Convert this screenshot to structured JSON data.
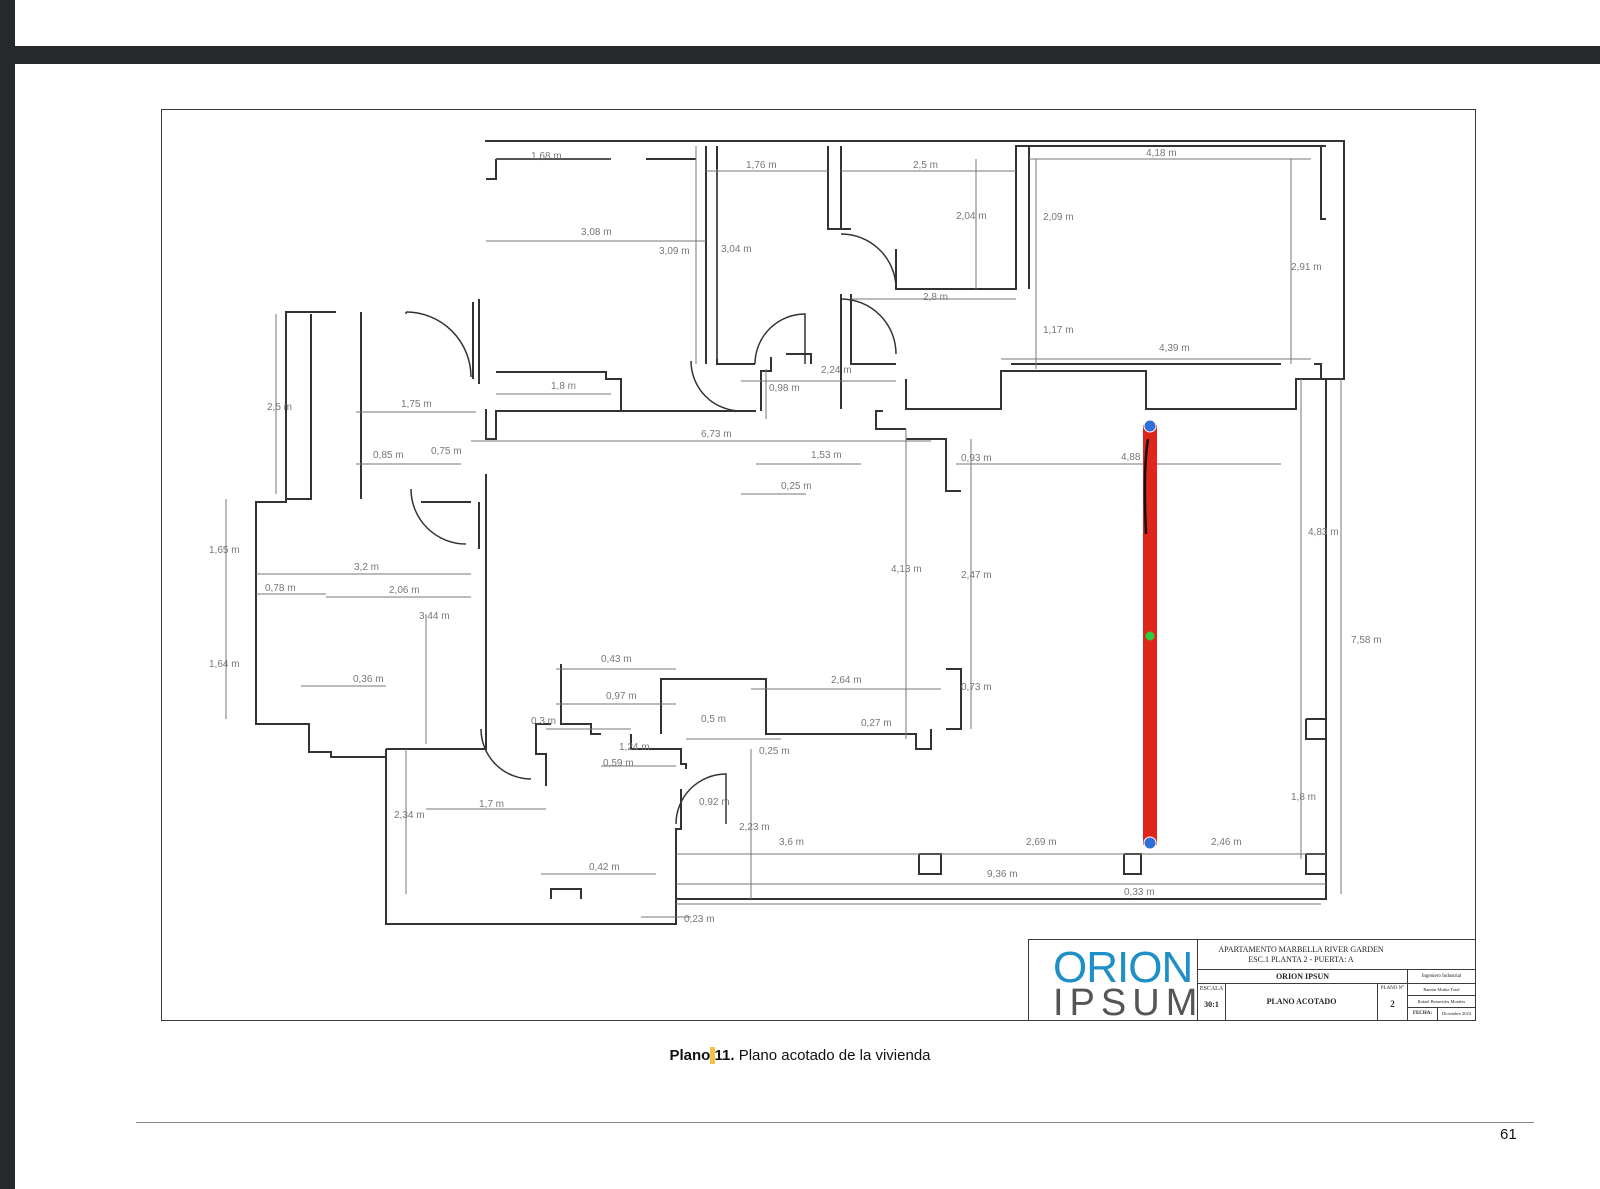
{
  "caption": {
    "label_bold_a": "Plano",
    "label_bold_b": "11.",
    "text": "Plano acotado de la vivienda"
  },
  "page_number": "61",
  "title_block": {
    "logo_line1": "ORION",
    "logo_line2": "IPSUM",
    "project_line1": "APARTAMENTO MARBELLA RIVER GARDEN",
    "project_line2": "ESC.1 PLANTA 2 - PUERTA: A",
    "company": "ORION IPSUN",
    "scale_label": "ESCALA",
    "scale_value": "30:1",
    "plan_name": "PLANO ACOTADO",
    "plan_no_label": "PLANO N°",
    "plan_no_value": "2",
    "role": "Ingeniero Industrial",
    "author1": "Ramón Muñiz Toral",
    "author2": "Rafael Benavides Morales",
    "date_label": "FECHA:",
    "date_value": "Diciembre 2024"
  },
  "dimensions": [
    "1,68 m",
    "1,76 m",
    "2,5 m",
    "4,18 m",
    "3,08 m",
    "3,09 m",
    "3,04 m",
    "2,04 m",
    "2,09 m",
    "2,91 m",
    "2,8 m",
    "1,17 m",
    "4,39 m",
    "2,24 m",
    "0,98 m",
    "1,8 m",
    "1,75 m",
    "2,5 m",
    "6,73 m",
    "0,85 m",
    "0,75 m",
    "1,53 m",
    "0,25 m",
    "0,93 m",
    "4,88 m",
    "4,83 m",
    "1,65 m",
    "3,2 m",
    "0,78 m",
    "2,06 m",
    "3,44 m",
    "4,13 m",
    "2,47 m",
    "7,58 m",
    "1,64 m",
    "0,43 m",
    "0,36 m",
    "2,64 m",
    "0,97 m",
    "0,73 m",
    "0,3 m",
    "0,5 m",
    "0,27 m",
    "1,24 m",
    "0,25 m",
    "0,59 m",
    "1,7 m",
    "0,92 m",
    "1,8 m",
    "2,34 m",
    "2,23 m",
    "3,6 m",
    "2,69 m",
    "2,46 m",
    "0,42 m",
    "9,36 m",
    "0,33 m",
    "0,23 m"
  ],
  "colors": {
    "measure_bar": "#e0251b",
    "handle_end": "#2f6fd6",
    "handle_mid": "#2ecc40",
    "logo_blue": "#1f8fc8"
  }
}
